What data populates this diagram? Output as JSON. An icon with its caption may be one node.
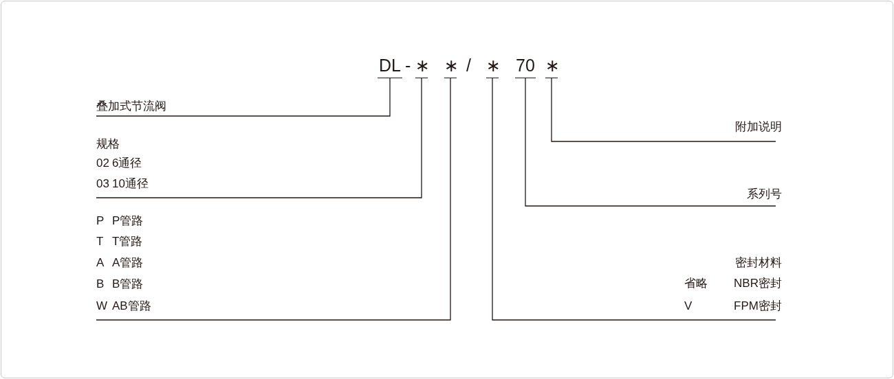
{
  "diagram": {
    "nodes": [
      {
        "text": [
          "DL"
        ]
      },
      {
        "text": [
          "∗"
        ]
      },
      {
        "text": [
          "∗"
        ]
      },
      {
        "text": [
          "∗"
        ]
      },
      {
        "text": [
          "70"
        ]
      },
      {
        "text": [
          "∗"
        ]
      },
      {
        "text": [
          "叠加式节流阀"
        ]
      },
      {
        "text": [
          "附加说明"
        ]
      },
      {
        "text": [
          "规格",
          "02",
          "6通径",
          "03",
          "10通径"
        ]
      },
      {
        "text": [
          "系列号"
        ]
      },
      {
        "text": [
          "P",
          "P管路",
          "T",
          "T管路",
          "A",
          "A管路",
          "B",
          "B管路",
          "W",
          "AB管路"
        ]
      },
      {
        "text": [
          "密封材料",
          "省略",
          "NBR密封",
          "V",
          "FPM密封"
        ]
      }
    ],
    "edges": [
      {
        "from": 0,
        "to": 6,
        "arrow": "none"
      },
      {
        "from": 1,
        "to": 8,
        "arrow": "none"
      },
      {
        "from": 2,
        "to": 10,
        "arrow": "none"
      },
      {
        "from": 3,
        "to": 11,
        "arrow": "none"
      },
      {
        "from": 4,
        "to": 9,
        "arrow": "none"
      },
      {
        "from": 5,
        "to": 7,
        "arrow": "none"
      }
    ],
    "labels": [
      "-",
      "/"
    ]
  }
}
